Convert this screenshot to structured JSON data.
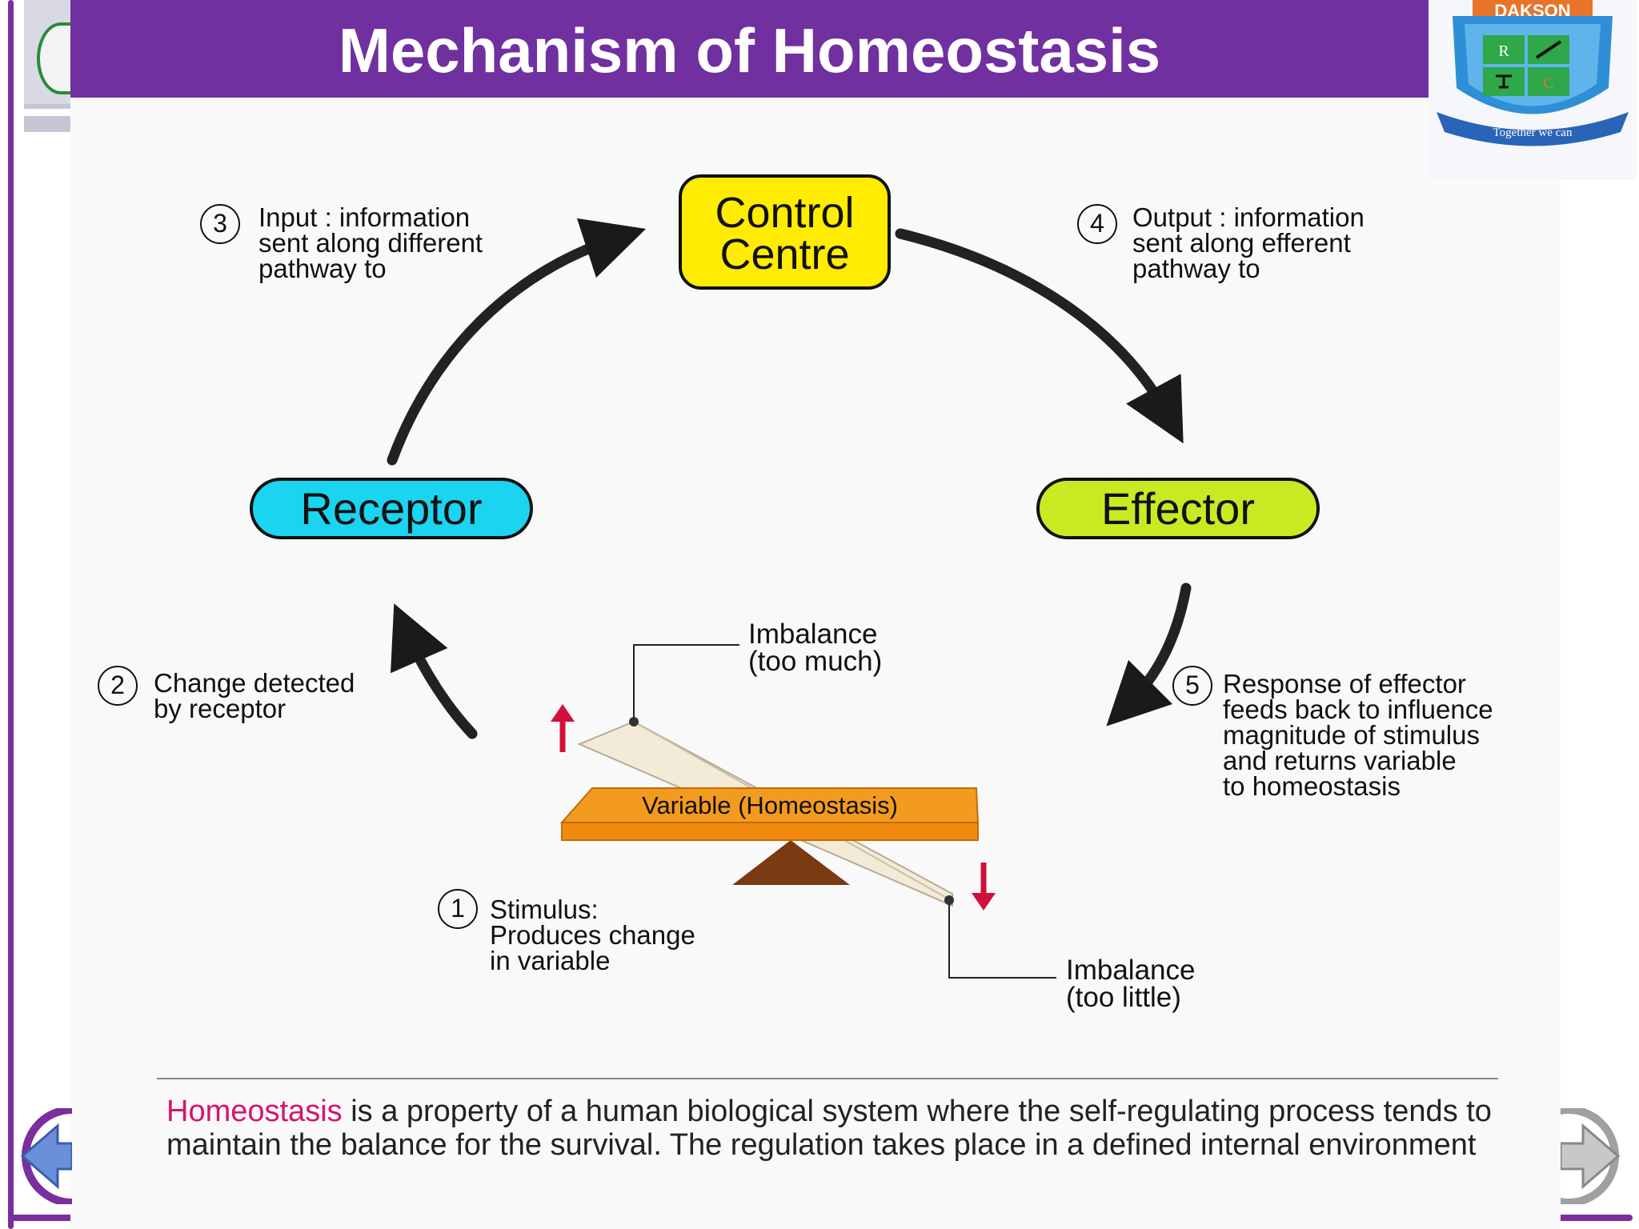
{
  "header": {
    "title": "Mechanism of Homeostasis"
  },
  "logo": {
    "brand": "DAKSON",
    "motto": "Together we can",
    "letters": [
      "R",
      "C"
    ]
  },
  "diagram": {
    "nodes": {
      "control_centre": "Control\nCentre",
      "receptor": "Receptor",
      "effector": "Effector"
    },
    "steps": [
      {
        "number": "1",
        "text": "Stimulus:\nProduces change\nin variable"
      },
      {
        "number": "2",
        "text": "Change detected\nby receptor"
      },
      {
        "number": "3",
        "text": "Input : information\nsent along different\npathway to"
      },
      {
        "number": "4",
        "text": "Output : information\nsent along efferent\npathway to"
      },
      {
        "number": "5",
        "text": "Response of effector\nfeeds back to influence\nmagnitude of stimulus\nand returns variable\nto homeostasis"
      }
    ],
    "balance": {
      "variable_label": "Variable (Homeostasis)",
      "imbalance_high": "Imbalance\n(too much)",
      "imbalance_low": "Imbalance\n(too little)"
    }
  },
  "definition": {
    "term": "Homeostasis",
    "text": " is a property of a human biological system where the self-regulating process tends to maintain the balance for the survival. The regulation takes place in a defined internal environment"
  },
  "colors": {
    "header": "#7030a0",
    "control_centre": "#ffec00",
    "receptor": "#1ad4f0",
    "effector": "#cbe923",
    "seesaw": "#f29b1f",
    "fulcrum": "#7a3a12",
    "term": "#d6146e",
    "arrow_up_down": "#d0103a"
  }
}
